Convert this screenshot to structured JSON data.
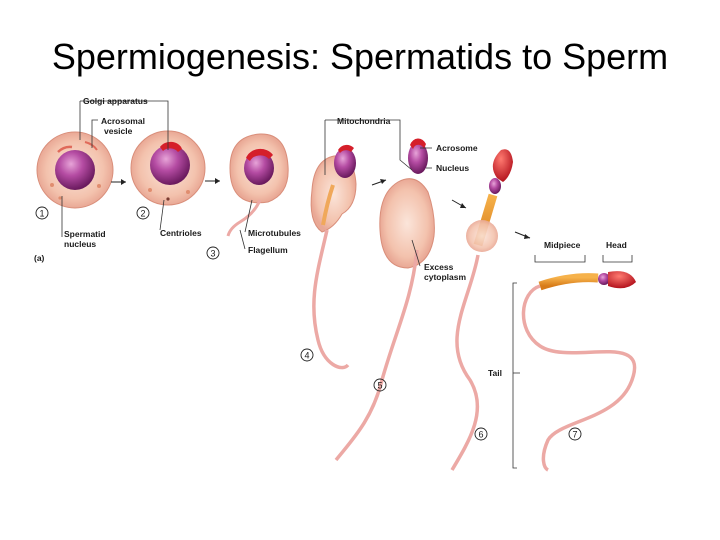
{
  "title": "Spermiogenesis: Spermatids to Sperm",
  "labels": {
    "golgi": "Golgi apparatus",
    "acrosomal_vesicle_1": "Acrosomal",
    "acrosomal_vesicle_2": "vesicle",
    "mitochondria": "Mitochondria",
    "acrosome": "Acrosome",
    "nucleus": "Nucleus",
    "spermatid_nucleus_1": "Spermatid",
    "spermatid_nucleus_2": "nucleus",
    "centrioles": "Centrioles",
    "microtubules": "Microtubules",
    "flagellum": "Flagellum",
    "excess_cytoplasm_1": "Excess",
    "excess_cytoplasm_2": "cytoplasm",
    "midpiece": "Midpiece",
    "head": "Head",
    "tail": "Tail",
    "panel": "(a)"
  },
  "steps": [
    "1",
    "2",
    "3",
    "4",
    "5",
    "6",
    "7"
  ],
  "colors": {
    "cell": "#f3c9b6",
    "nucleus": "#9a2f86",
    "acrosome": "#d51f2a",
    "midpiece": "#e9972f",
    "tail": "#eca9a5"
  }
}
